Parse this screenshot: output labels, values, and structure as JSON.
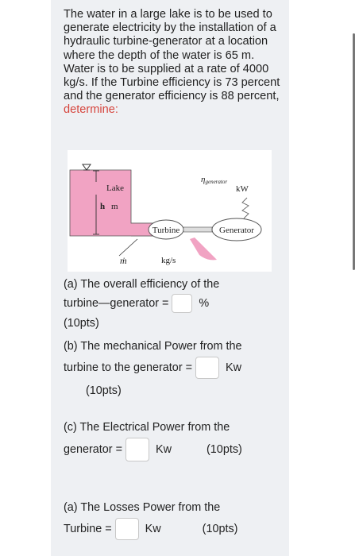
{
  "problem": {
    "text": "The water in a large lake is to be used to generate electricity by the installation of a hydraulic turbine-generator at a location where the depth of the water is 65 m. Water is to be supplied at a rate of 4000 kg/s. If the Turbine efficiency is 73 percent and the generator efficiency is 88 percent,",
    "emphasis": "determine:"
  },
  "diagram": {
    "lake_label": "Lake",
    "h_label": "h",
    "m_label": "m",
    "turbine_label": "Turbine",
    "generator_label": "Generator",
    "eta_label": "η",
    "eta_subscript": "generator",
    "kw_label": "kW",
    "mdot_label": "ṁ",
    "flow_unit": "kg/s",
    "colors": {
      "water": "#f1a3c3",
      "turbine_fill": "#ffffff",
      "generator_fill": "#ffffff"
    }
  },
  "questions": {
    "q1": {
      "line1": "(a) The overall efficiency of the",
      "line2": "turbine—generator =",
      "unit": "%",
      "points": "(10pts)"
    },
    "q2": {
      "line1": "(b) The mechanical Power from the",
      "line2": "turbine to the generator  =",
      "unit": "Kw",
      "points": "(10pts)"
    },
    "q3": {
      "line1": "(c) The Electrical Power from the",
      "line2": "generator =",
      "unit": "Kw",
      "points": "(10pts)"
    },
    "q4": {
      "line1": "(a) The Losses Power from the",
      "line2": "Turbine =",
      "unit": "Kw",
      "points": "(10pts)"
    }
  }
}
